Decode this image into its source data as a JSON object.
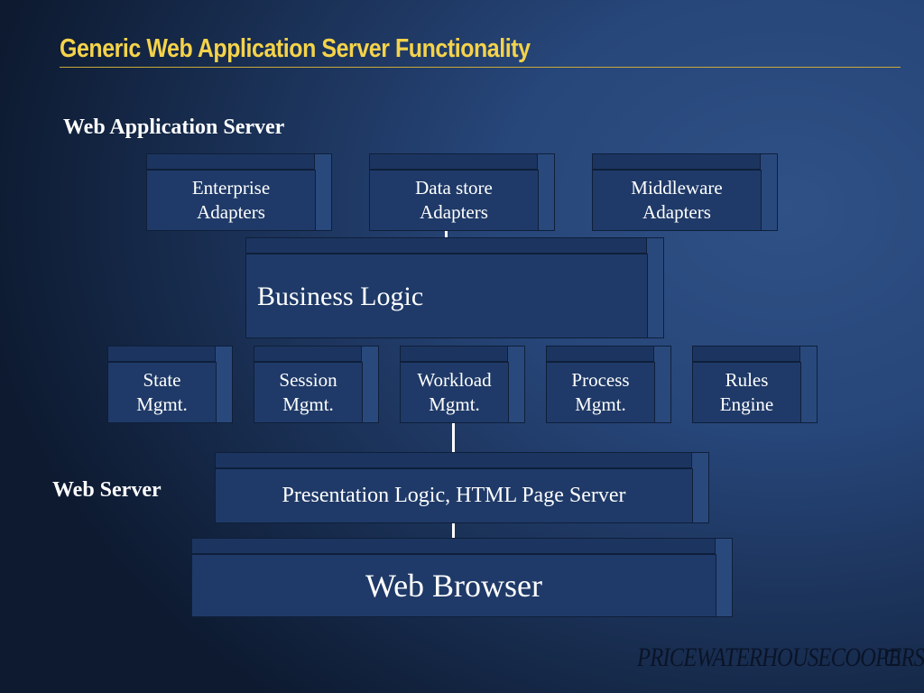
{
  "title": "Generic Web Application Server Functionality",
  "sections": {
    "app_server": "Web Application Server",
    "web_server": "Web Server"
  },
  "adapters": [
    {
      "line1": "Enterprise",
      "line2": "Adapters"
    },
    {
      "line1": "Data store",
      "line2": "Adapters"
    },
    {
      "line1": "Middleware",
      "line2": "Adapters"
    }
  ],
  "business_logic": "Business Logic",
  "services": [
    {
      "line1": "State",
      "line2": "Mgmt."
    },
    {
      "line1": "Session",
      "line2": "Mgmt."
    },
    {
      "line1": "Workload",
      "line2": "Mgmt."
    },
    {
      "line1": "Process",
      "line2": "Mgmt."
    },
    {
      "line1": "Rules",
      "line2": "Engine"
    }
  ],
  "presentation": "Presentation Logic, HTML Page Server",
  "browser": "Web Browser",
  "logo": "PRICEWATERHOUSECOOPERS"
}
